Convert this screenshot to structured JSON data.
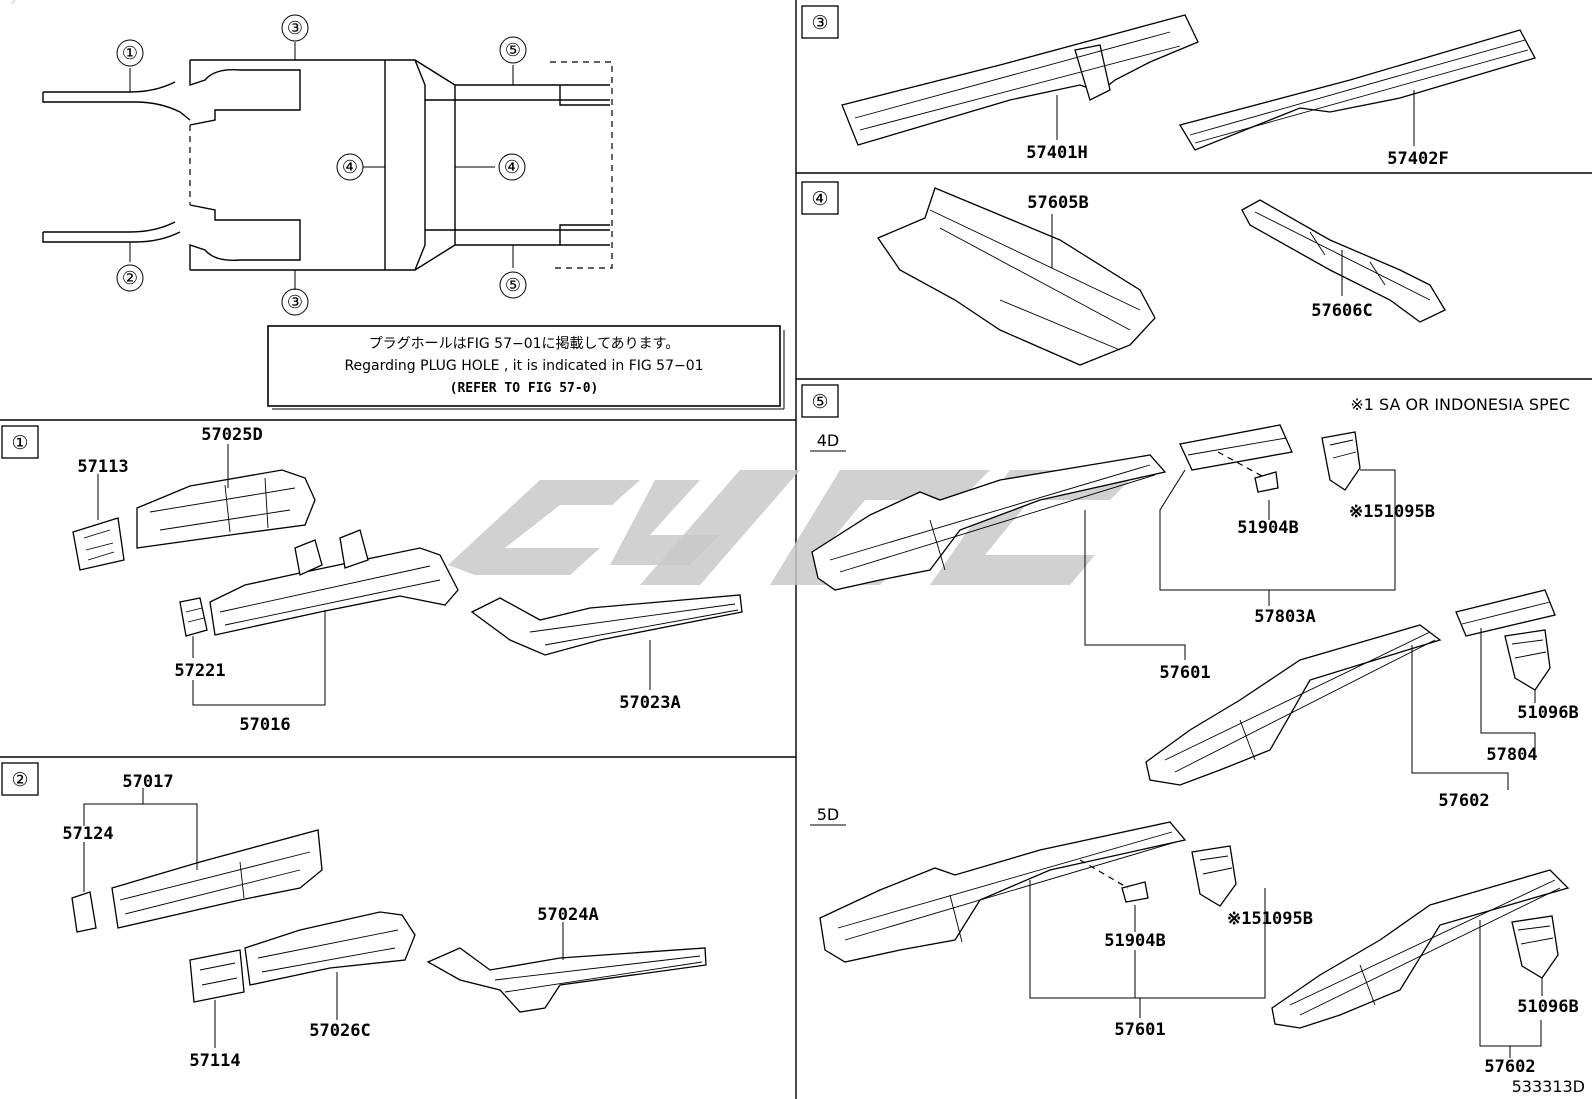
{
  "overview": {
    "callouts": [
      "①",
      "②",
      "③",
      "③",
      "④",
      "④",
      "⑤",
      "⑤"
    ],
    "note_jp": "プラグホールはFIG 57−01に掲載してあります。",
    "note_en": "Regarding PLUG HOLE , it is indicated in FIG 57−01",
    "note_ref": "(REFER TO FIG 57-0)"
  },
  "sections": {
    "s1": {
      "num": "①",
      "labels": [
        "57025D",
        "57113",
        "57221",
        "57016",
        "57023A"
      ]
    },
    "s2": {
      "num": "②",
      "labels": [
        "57017",
        "57124",
        "57024A",
        "57114",
        "57026C"
      ]
    },
    "s3": {
      "num": "③",
      "labels": [
        "57401H",
        "57402F"
      ]
    },
    "s4": {
      "num": "④",
      "labels": [
        "57605B",
        "57606C"
      ]
    },
    "s5": {
      "num": "⑤",
      "spec_note": "※1 SA OR INDONESIA SPEC",
      "variant_4d": "4D",
      "variant_5d": "5D",
      "labels_4d": [
        "51904B",
        "※151095B",
        "57803A",
        "57601",
        "51096B",
        "57804",
        "57602"
      ],
      "labels_5d": [
        "51904B",
        "※151095B",
        "57601",
        "51096B",
        "57602"
      ]
    }
  },
  "figure_id": "533313D",
  "watermark": "cyc"
}
